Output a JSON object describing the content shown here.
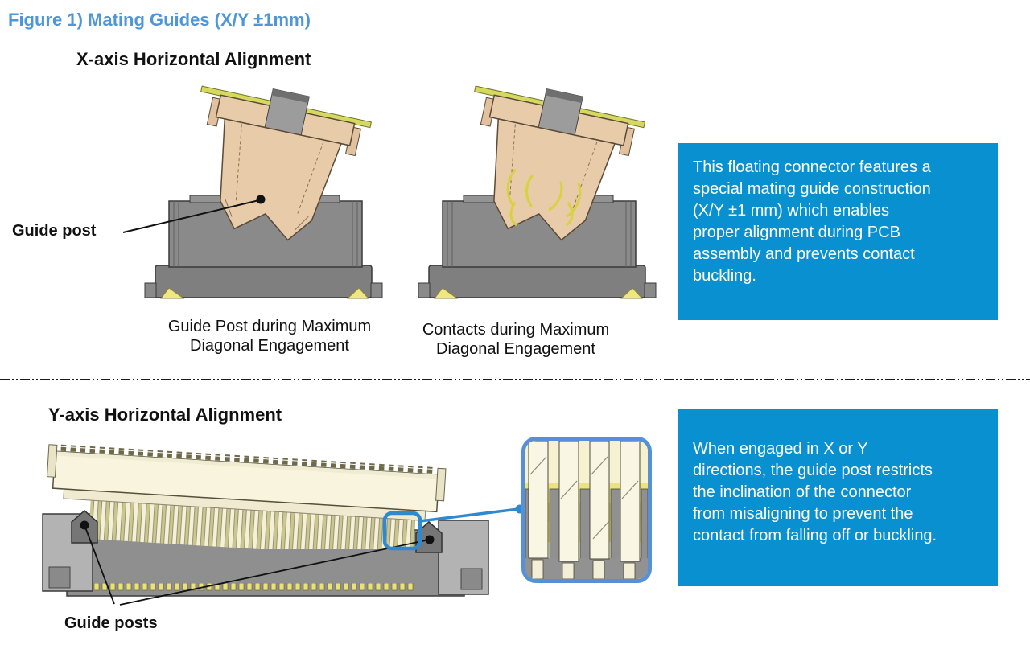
{
  "page": {
    "title": "Figure 1) Mating Guides (X/Y ±1mm)"
  },
  "x_axis": {
    "heading": "X-axis Horizontal Alignment",
    "guide_post_label": "Guide post",
    "caption_guide_post": [
      "Guide Post during Maximum",
      "Diagonal Engagement"
    ],
    "caption_contacts": [
      "Contacts during Maximum",
      "Diagonal Engagement"
    ],
    "note_lines": [
      "This floating connector features a",
      "special mating guide construction",
      "(X/Y ±1 mm) which enables",
      "proper alignment during PCB",
      "assembly and prevents contact",
      "buckling."
    ]
  },
  "y_axis": {
    "heading": "Y-axis Horizontal Alignment",
    "guide_posts_label": "Guide posts",
    "note_lines": [
      "When engaged in X or Y",
      "directions, the guide post restricts",
      "the inclination of the connector",
      "from misaligning to prevent the",
      "contact from falling off or buckling."
    ]
  },
  "colors": {
    "title": "#4e95d9",
    "note_background": "#0990d0",
    "note_text": "#ffffff",
    "detail_border": "#5591d8",
    "highlight": "#2e8ad0",
    "plug_tan": "#e8cba9",
    "plug_ivory": "#f8f4dd",
    "receptacle_gray": "#8a8a8a",
    "contact_yellow": "#d8d23e"
  }
}
